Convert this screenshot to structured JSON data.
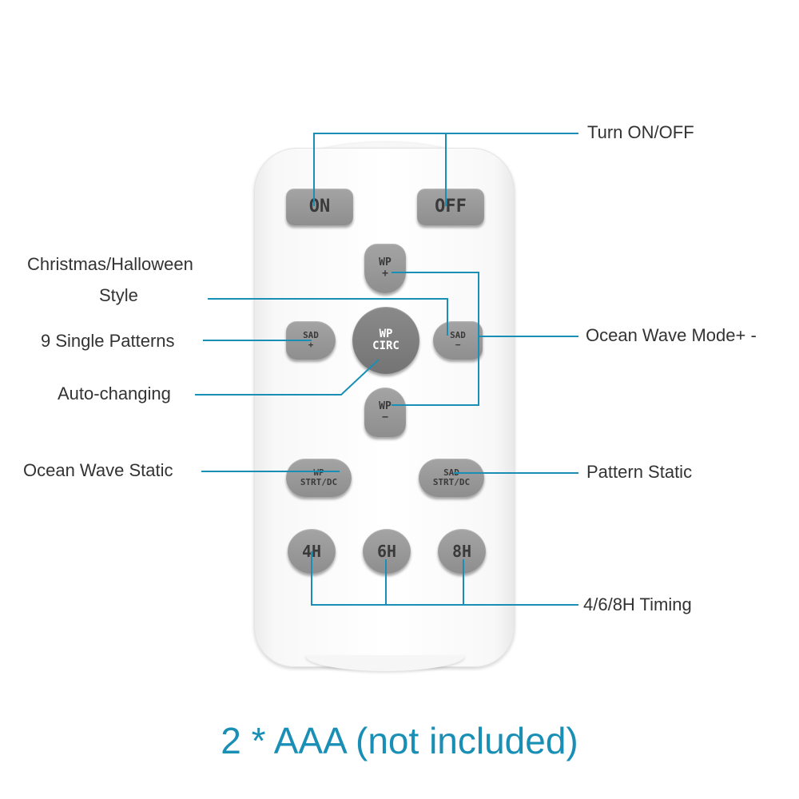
{
  "colors": {
    "leader_line": "#1a8fb5",
    "button": "#9a9a9a",
    "remote_body": "#ffffff",
    "label_text": "#333333",
    "footnote_text": "#1a8fb5"
  },
  "remote": {
    "buttons": {
      "on": {
        "line1": "ON"
      },
      "off": {
        "line1": "OFF"
      },
      "wp_plus": {
        "line1": "WP",
        "line2": "+"
      },
      "wp_minus": {
        "line1": "WP",
        "line2": "−"
      },
      "sad_plus": {
        "line1": "SAD",
        "line2": "+"
      },
      "sad_minus": {
        "line1": "SAD",
        "line2": "−"
      },
      "wp_circ": {
        "line1": "WP",
        "line2": "CIRC"
      },
      "wp_strt": {
        "line1": "WP",
        "line2": "STRT/DC"
      },
      "sad_strt": {
        "line1": "SAD",
        "line2": "STRT/DC"
      },
      "t4": {
        "line1": "4H"
      },
      "t6": {
        "line1": "6H"
      },
      "t8": {
        "line1": "8H"
      }
    }
  },
  "labels": {
    "turn_on_off": "Turn ON/OFF",
    "christmas_line1": "Christmas/Halloween",
    "christmas_line2": "Style",
    "single_patterns": "9 Single Patterns",
    "ocean_wave_mode": "Ocean Wave Mode+ -",
    "auto_changing": "Auto-changing",
    "ocean_wave_static": "Ocean Wave Static",
    "pattern_static": "Pattern Static",
    "timing": "4/6/8H Timing"
  },
  "footnote": "2 * AAA (not included)"
}
